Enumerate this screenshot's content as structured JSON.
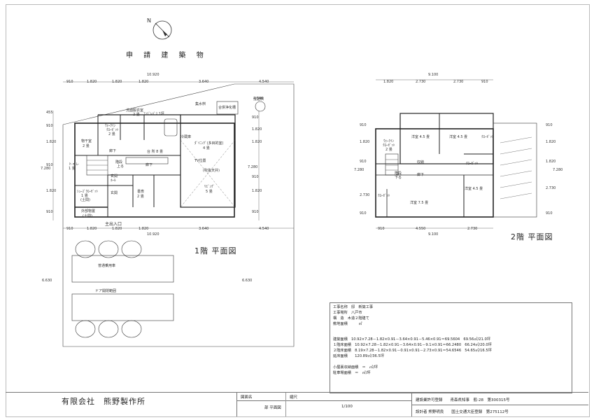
{
  "title": "申 請 建 築 物",
  "north": "N",
  "floor1": {
    "label": "1階 平面図",
    "dims_top": [
      "10.920",
      "910",
      "1.820",
      "1.820",
      "1.820",
      "3.640",
      "4.540"
    ],
    "dims_bottom": [
      "10.920",
      "910",
      "1.820",
      "1.820",
      "1.820",
      "3.640",
      "4.540"
    ],
    "dims_left": [
      "455",
      "910",
      "1.820",
      "910",
      "7.280",
      "1.820",
      "910"
    ],
    "dims_right": [
      "1.820",
      "910",
      "1.820",
      "910",
      "7.280",
      "1.820",
      "910",
      "4.540",
      "6.630"
    ],
    "dims_left_lower": "6.630",
    "rooms": [
      "洗面脱衣室",
      "2 畳",
      "ｴﾝｼﾞﾚﾊﾞｽ 1坪",
      "集水桝",
      "合併浄化槽",
      "浸透桝",
      "ｳｫｰｸｲﾝ",
      "ｸﾛｰｾﾞｯﾄ",
      "2 畳",
      "冷蔵庫",
      "物干室",
      "2 畳",
      "廊下",
      "台 所 8 畳",
      "ﾀﾞｲﾆﾝｸﾞ(多目的室)",
      "4 畳",
      "トイレ",
      "1 畳",
      "階段",
      "上る",
      "TV位置",
      "(吹抜天井)",
      "廊下",
      "玄関",
      "ﾎｰﾙ",
      "ｼｭｰｽﾞｸﾛｰｾﾞｯﾄ",
      "1 畳",
      "(土間)",
      "玄関",
      "書斎",
      "2 畳",
      "ﾘﾋﾞﾝｸﾞ",
      "5 畳",
      "外部物置",
      "(土間)",
      "主出入口"
    ],
    "parking": [
      "普通乗用車",
      "ドア開閉範囲"
    ]
  },
  "floor2": {
    "label": "2階 平面図",
    "dims_top": [
      "9.100",
      "1.820",
      "2.730",
      "2.730",
      "910"
    ],
    "dims_bottom": [
      "9.100",
      "910",
      "4.550",
      "2.730"
    ],
    "dims_left": [
      "910",
      "1.820",
      "910",
      "2.730",
      "910",
      "7.280"
    ],
    "dims_right": [
      "1.820",
      "910",
      "1.820",
      "2.730",
      "910",
      "7.280"
    ],
    "rooms": [
      "洋室 4.5 畳",
      "洋室 4.5 畳",
      "ｸﾛｰｾﾞｯﾄ",
      "ｳｫｰｸｲﾝ",
      "ｸﾛｰｾﾞｯﾄ",
      "2 畳",
      "収納",
      "ｸﾛｰｾﾞｯﾄ",
      "階段",
      "下る",
      "廊下",
      "洋室 4.5 畳",
      "ｸﾛｰｾﾞｯﾄ",
      "洋室 7.5 畳"
    ]
  },
  "info": {
    "rows": [
      "工事名称　邸　新築工事",
      "工事場所　八戸市",
      "構　造　木造２階建て",
      "敷地面積　　　㎡",
      "建築面積　10.92×7.28－1.82×0.91－3.64×0.91－5.46×0.91＝69.5604　69.56㎡/21.0坪",
      "１階床面積　10.92×7.28－1.82×0.91－3.64×0.91－9.1×0.91＝66.2480　66.24㎡/20.0坪",
      "２階床面積　8.19×7.28－1.82×0.91－0.91×0.91－2.73×0.91＝54.6546　54.65㎡/16.5坪",
      "延床面積　　120.89㎡/36.5坪",
      "小屋裏収納面積　＝　㎡/坪",
      "駐車場面積　＝　㎡/坪"
    ]
  },
  "title_block": {
    "company": "有限会社　熊野製作所",
    "drawing_name_label": "図面名",
    "scale_label": "縮尺",
    "drawing_name": "部 平面図",
    "scale": "1/100",
    "license1": "建設業許可登録　　青森県知事　般-28　第300315号",
    "license2": "設計者 熊野明良　　国土交通大臣登録　第275112号"
  }
}
